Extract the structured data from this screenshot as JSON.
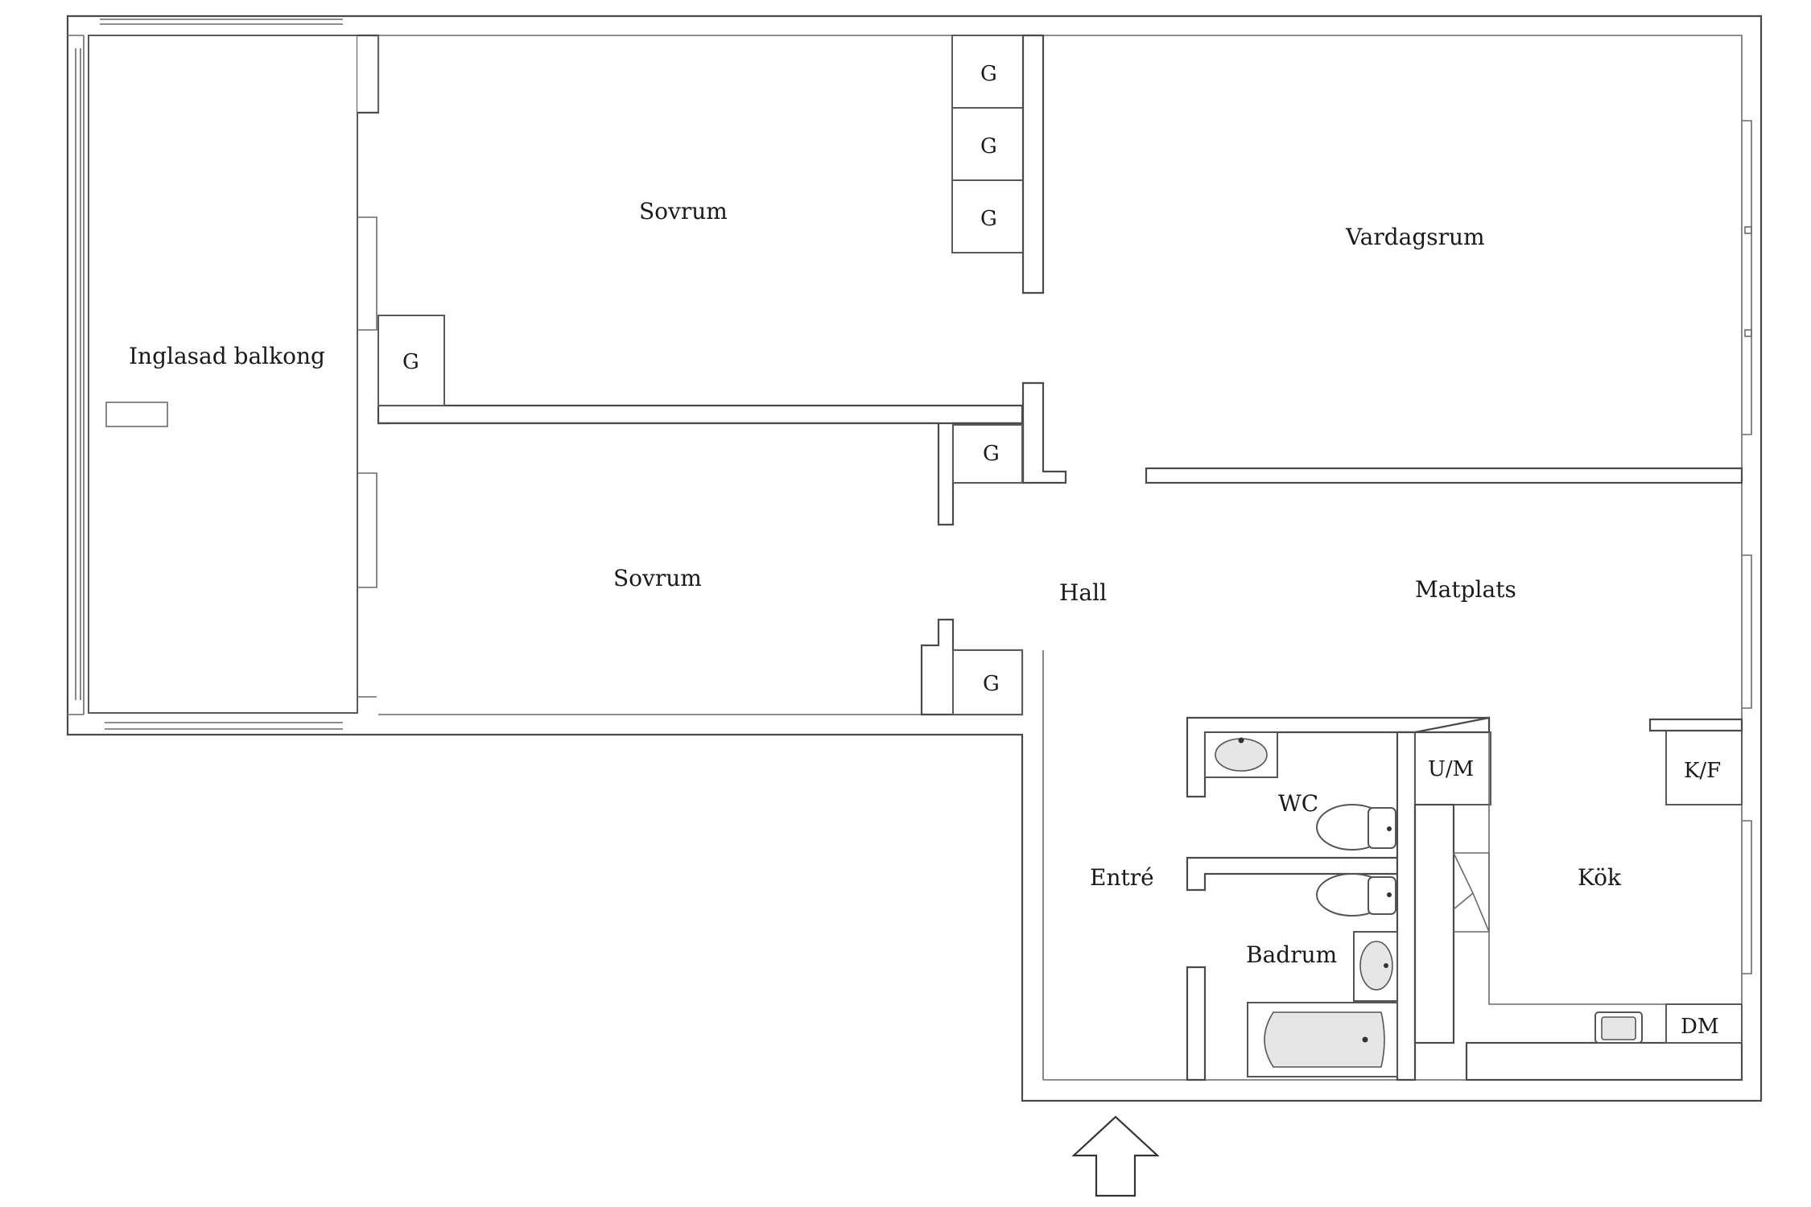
{
  "rooms": {
    "balkong": "Inglasad balkong",
    "sovrum_top": "Sovrum",
    "sovrum_bottom": "Sovrum",
    "vardagsrum": "Vardagsrum",
    "hall": "Hall",
    "matplats": "Matplats",
    "wc": "WC",
    "entre": "Entré",
    "badrum": "Badrum",
    "kok": "Kök"
  },
  "storage": {
    "wardrobe": "G",
    "um": "U/M",
    "kf": "K/F",
    "dm": "DM"
  },
  "icons": {
    "entrance": "entrance-arrow-icon"
  }
}
